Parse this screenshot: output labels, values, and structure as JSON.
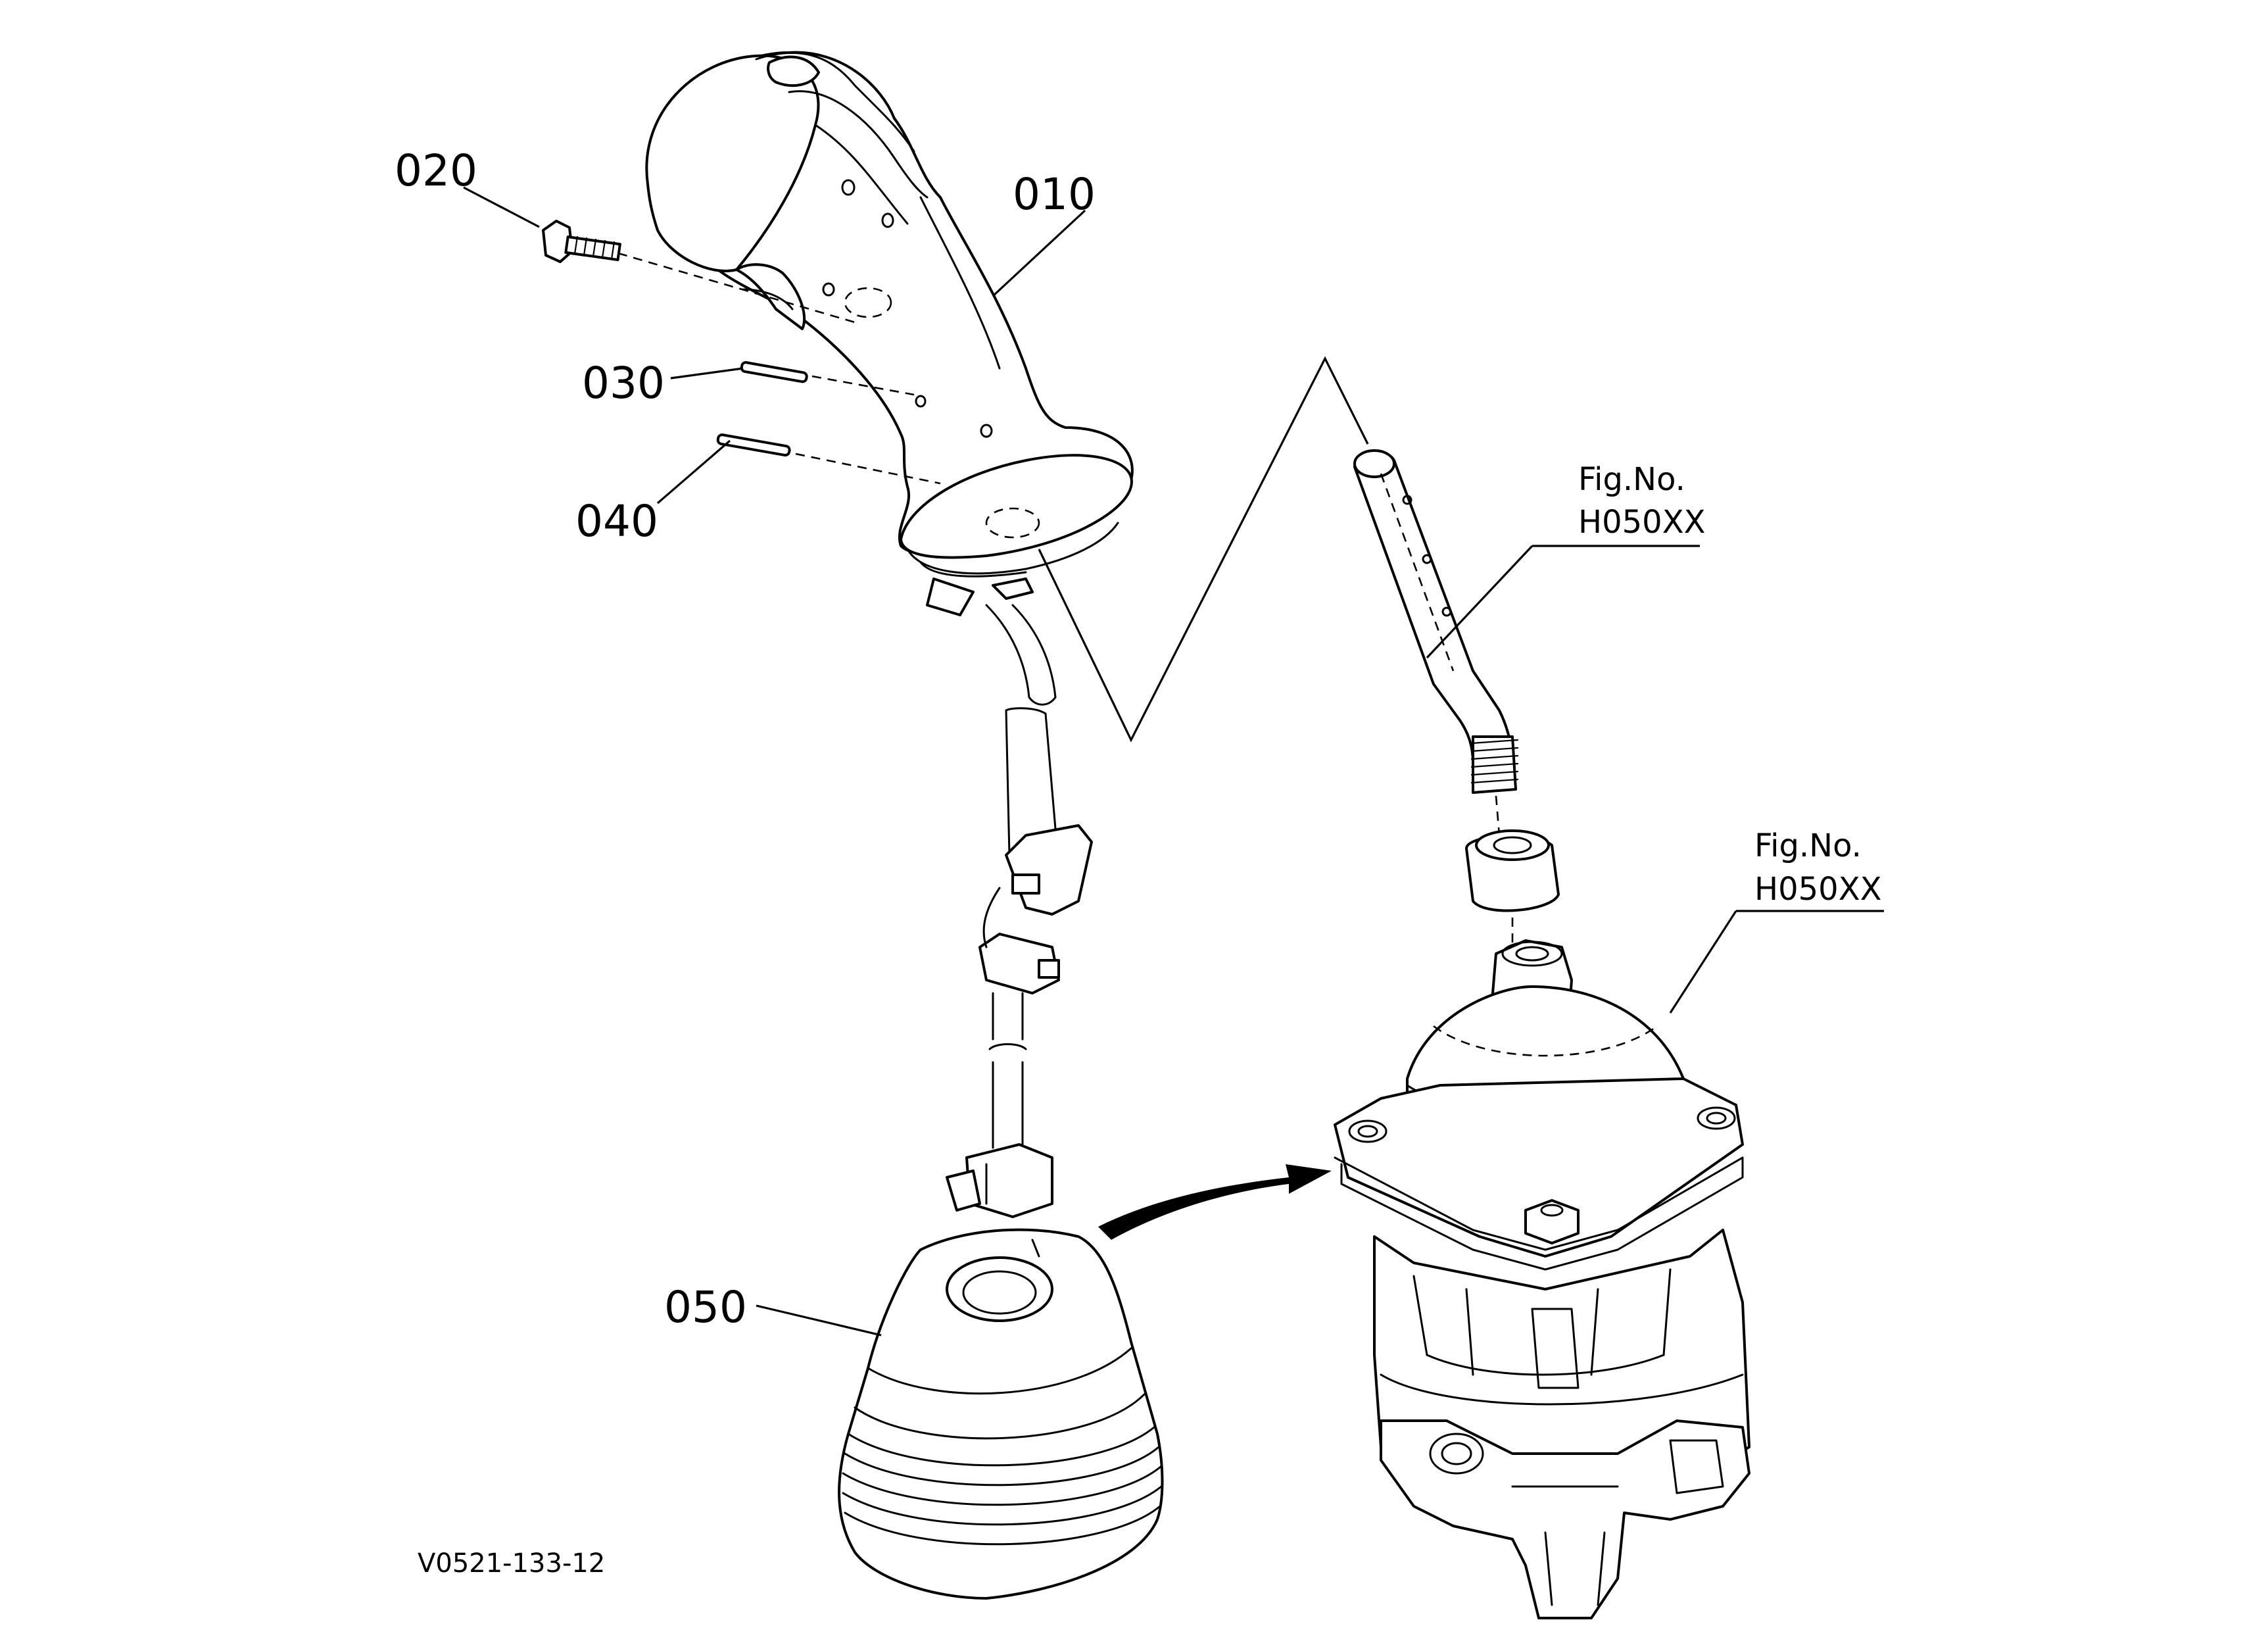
{
  "labels": {
    "p010": "010",
    "p020": "020",
    "p030": "030",
    "p040": "040",
    "p050": "050"
  },
  "figure_refs": [
    {
      "line1": "Fig.No.",
      "line2": "H050XX"
    },
    {
      "line1": "Fig.No.",
      "line2": "H050XX"
    }
  ],
  "drawing_code": "V0521-133-12"
}
